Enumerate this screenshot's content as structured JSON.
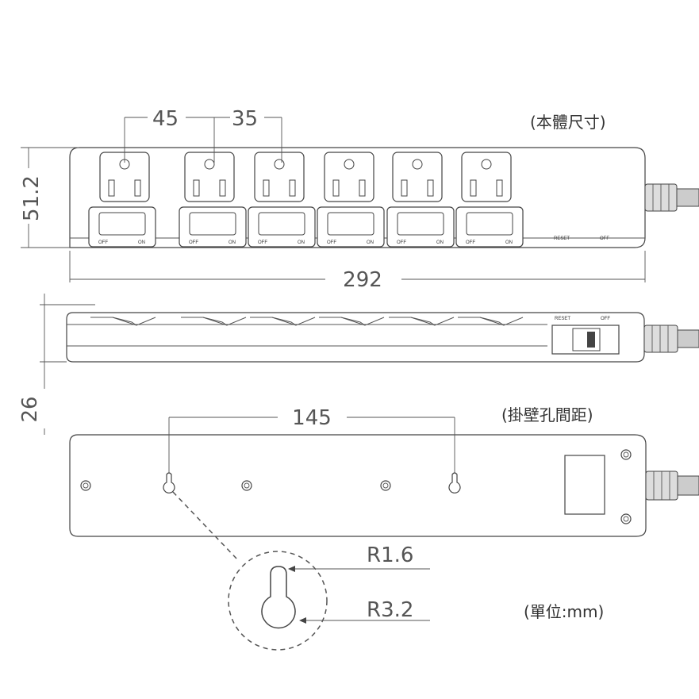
{
  "labels": {
    "body_size": "(本體尺寸)",
    "hole_spacing": "(掛壁孔間距)",
    "unit": "(單位:mm)"
  },
  "dimensions": {
    "outlet_gap_1": "45",
    "outlet_gap_2": "35",
    "height": "51.2",
    "length": "292",
    "depth": "26",
    "hole_spacing": "145",
    "radius_small": "R1.6",
    "radius_large": "R3.2"
  },
  "switch_text": {
    "off": "OFF",
    "on": "ON",
    "reset": "RESET"
  },
  "outlet_count": 6
}
